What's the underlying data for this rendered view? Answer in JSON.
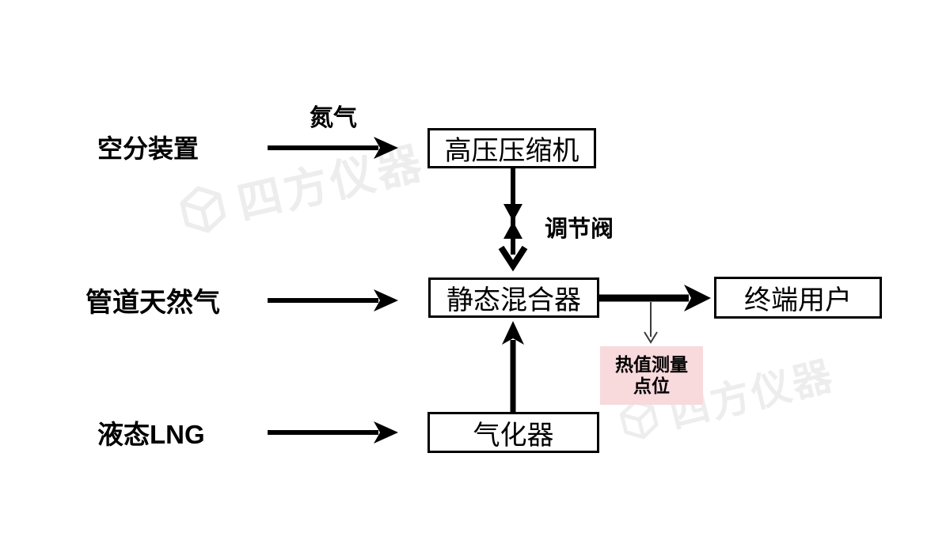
{
  "diagram": {
    "type": "process-flow",
    "nodes": {
      "air_separation": "空分装置",
      "pipeline_gas": "管道天然气",
      "liquid_lng": "液态LNG",
      "compressor": "高压压缩机",
      "mixer": "静态混合器",
      "vaporizer": "气化器",
      "end_user": "终端用户",
      "measure_line1": "热值测量",
      "measure_line2": "点位"
    },
    "edge_labels": {
      "nitrogen": "氮气",
      "control_valve": "调节阀"
    },
    "edges": [
      {
        "from": "空分装置",
        "to": "高压压缩机",
        "label": "氮气"
      },
      {
        "from": "高压压缩机",
        "to": "静态混合器",
        "label": "调节阀",
        "symbol": "valve"
      },
      {
        "from": "管道天然气",
        "to": "静态混合器",
        "label": ""
      },
      {
        "from": "液态LNG",
        "to": "气化器",
        "label": ""
      },
      {
        "from": "气化器",
        "to": "静态混合器",
        "label": ""
      },
      {
        "from": "静态混合器",
        "to": "终端用户",
        "label": ""
      },
      {
        "from": "静态混合器→终端用户",
        "to": "热值测量点位",
        "label": "",
        "style": "thin"
      }
    ],
    "colors": {
      "background": "#ffffff",
      "line": "#000000",
      "box_border": "#000000",
      "box_background": "#ffffff",
      "highlight_background": "#f8d9dc",
      "watermark": "#ededed"
    },
    "watermark": {
      "text": "四方仪器"
    }
  }
}
